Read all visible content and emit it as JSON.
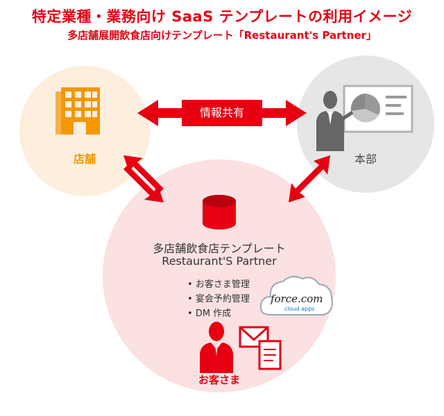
{
  "header": {
    "title": "特定業種・業務向け SaaS テンプレートの利用イメージ",
    "subtitle": "多店舗展開飲食店向けテンプレート「Restaurant's Partner」"
  },
  "store": {
    "label": "店舗",
    "color": "#f39800",
    "icon": "building-icon"
  },
  "hq": {
    "label": "本部",
    "icon": "presenter-chart-icon"
  },
  "share": {
    "label": "情報共有"
  },
  "platform": {
    "title": "多店舗飲食店テンプレート",
    "subtitle": "Restaurant'S Partner",
    "icon": "database-icon",
    "features": [
      "お客さま管理",
      "宴会予約管理",
      "DM 作成"
    ]
  },
  "cloud": {
    "brand": "force.com",
    "sub": "cloud apps"
  },
  "customer": {
    "label": "お客さま",
    "icons": [
      "person-icon",
      "mail-icon",
      "document-icon"
    ]
  },
  "colors": {
    "accent": "#e60012",
    "store_bg": "#fdeedd",
    "hq_bg": "#e6e6e6",
    "main_bg": "#fbe1e2"
  }
}
